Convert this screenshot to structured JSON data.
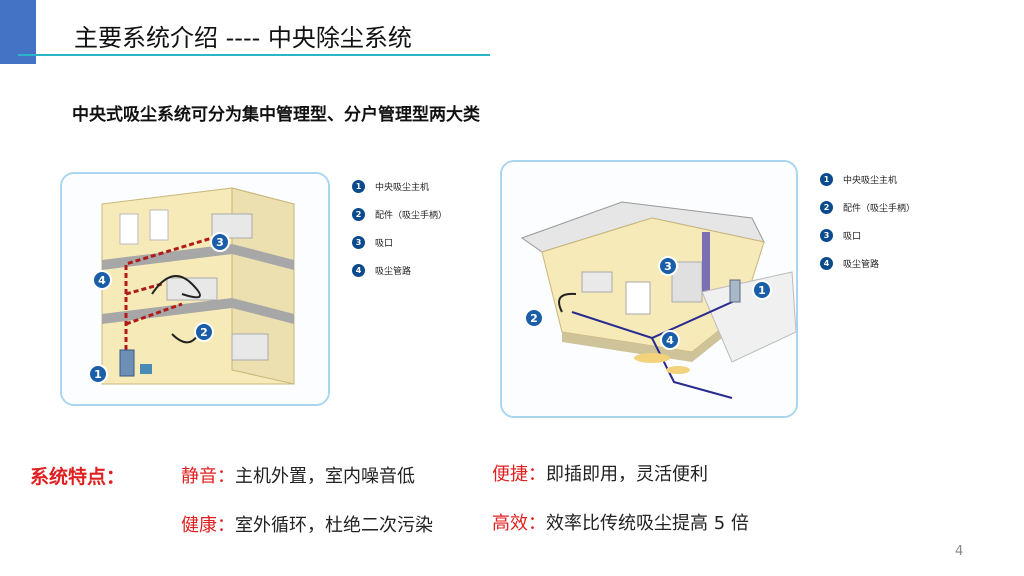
{
  "header": {
    "title": "主要系统介绍 ---- 中央除尘系统"
  },
  "subtitle": "中央式吸尘系统可分为集中管理型、分户管理型两大类",
  "legend": [
    {
      "num": "1",
      "label": "中央吸尘主机"
    },
    {
      "num": "2",
      "label": "配件（吸尘手柄）"
    },
    {
      "num": "3",
      "label": "吸口"
    },
    {
      "num": "4",
      "label": "吸尘管路"
    }
  ],
  "features": {
    "label": "系统特点：",
    "items": [
      {
        "key": "静音：",
        "value": "主机外置，室内噪音低"
      },
      {
        "key": "便捷：",
        "value": "即插即用，灵活便利"
      },
      {
        "key": "健康：",
        "value": "室外循环，杜绝二次污染"
      },
      {
        "key": "高效：",
        "value": "效率比传统吸尘提高 5 倍"
      }
    ]
  },
  "page_number": "4",
  "colors": {
    "accent": "#4472c4",
    "underline": "#2bb5c9",
    "highlight": "#e02020",
    "legend_badge": "#0b4a8c"
  }
}
